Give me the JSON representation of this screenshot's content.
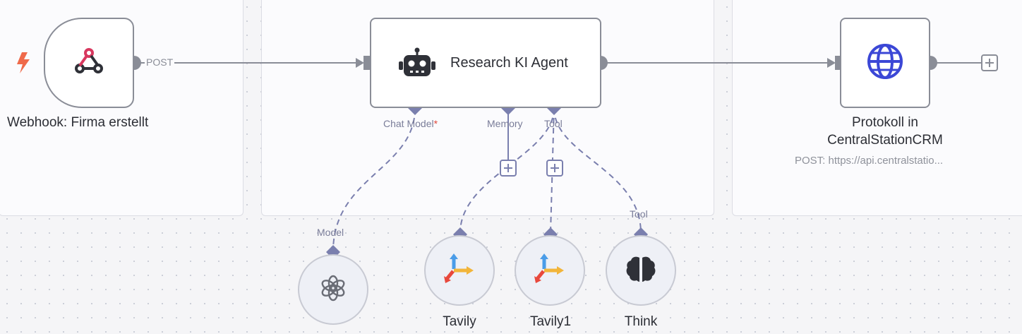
{
  "canvas": {
    "nodes": {
      "webhook": {
        "label": "Webhook: Firma erstellt",
        "icon": "webhook-icon",
        "output_label": "POST",
        "trigger_icon": "lightning-icon"
      },
      "agent": {
        "label": "Research KI Agent",
        "icon": "robot-icon",
        "ports": {
          "chat_model": "Chat Model",
          "chat_model_required": "*",
          "memory": "Memory",
          "tool": "Tool"
        }
      },
      "http": {
        "label_line1": "Protokoll in",
        "label_line2": "CentralStationCRM",
        "subtitle": "POST: https://api.centralstatio...",
        "icon": "globe-icon"
      },
      "openai": {
        "port_label": "Model",
        "icon": "openai-icon"
      },
      "tavily": {
        "label": "Tavily",
        "icon": "tavily-icon"
      },
      "tavily1": {
        "label": "Tavily1",
        "icon": "tavily-icon"
      },
      "think": {
        "label": "Think",
        "port_label": "Tool",
        "icon": "brain-icon"
      }
    },
    "colors": {
      "connector": "#7a7fae",
      "wire": "#8a8d97",
      "webhook_accent": "#d8385f",
      "globe": "#3b47d6",
      "trigger": "#ef6a4a"
    }
  }
}
